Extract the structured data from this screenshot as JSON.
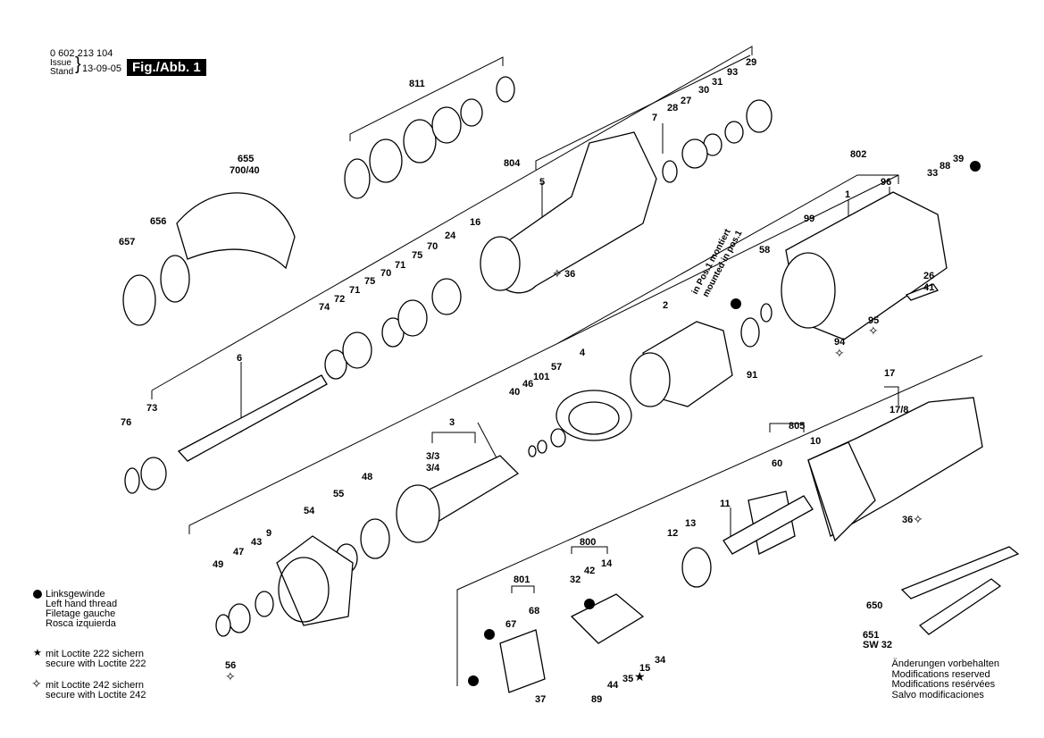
{
  "header": {
    "part_number": "0 602 213 104",
    "issue_label_1": "Issue",
    "issue_label_2": "Stand",
    "issue_date": "13-09-05",
    "figure_label": "Fig./Abb. 1"
  },
  "labels": {
    "l811": "811",
    "l655": "655",
    "l700_40": "700/40",
    "l656": "656",
    "l657": "657",
    "l804": "804",
    "l5": "5",
    "l16": "16",
    "l24": "24",
    "l70a": "70",
    "l75a": "75",
    "l71a": "71",
    "l70b": "70",
    "l75b": "75",
    "l71b": "71",
    "l72": "72",
    "l74": "74",
    "l6": "6",
    "l76": "76",
    "l73": "73",
    "l36a": "36",
    "l7": "7",
    "l28": "28",
    "l27": "27",
    "l30": "30",
    "l31": "31",
    "l93": "93",
    "l29": "29",
    "l802": "802",
    "l1": "1",
    "l96": "96",
    "l99": "99",
    "l33": "33",
    "l88": "88",
    "l39": "39",
    "l58": "58",
    "l26": "26",
    "l41": "41",
    "l95": "95",
    "l94": "94",
    "l2": "2",
    "l91": "91",
    "l4": "4",
    "l57": "57",
    "l101": "101",
    "l46": "46",
    "l40": "40",
    "l3": "3",
    "l3_3": "3/3",
    "l3_4": "3/4",
    "l48": "48",
    "l55": "55",
    "l54": "54",
    "l9": "9",
    "l43": "43",
    "l47": "47",
    "l49": "49",
    "l56": "56",
    "l17": "17",
    "l17_8": "17/8",
    "l805": "805",
    "l10": "10",
    "l60": "60",
    "l11": "11",
    "l13": "13",
    "l12": "12",
    "l36b": "36",
    "l800": "800",
    "l42": "42",
    "l14": "14",
    "l32": "32",
    "l801": "801",
    "l67": "67",
    "l68": "68",
    "l37": "37",
    "l89": "89",
    "l44": "44",
    "l35": "35",
    "l15": "15",
    "l34": "34",
    "l650": "650",
    "l651": "651",
    "sw32": "SW 32",
    "pos_de": "in Pos.1 montiert",
    "pos_en": "mounted in pos.1"
  },
  "legend": {
    "left_thread": [
      "Linksgewinde",
      "Left hand thread",
      "Filetage gauche",
      "Rosca izquierda"
    ],
    "loctite222": [
      "mit Loctite 222 sichern",
      "secure with Loctite 222"
    ],
    "loctite242": [
      "mit Loctite 242 sichern",
      "secure with Loctite 242"
    ]
  },
  "footer": [
    "Änderungen vorbehalten",
    "Modifications reserved",
    "Modifications resérvées",
    "Salvo modificaciones"
  ]
}
